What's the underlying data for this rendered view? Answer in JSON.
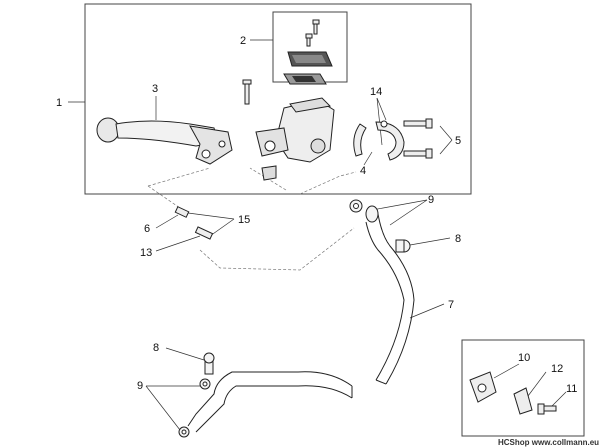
{
  "callouts": {
    "c1": "1",
    "c2": "2",
    "c3": "3",
    "c4": "4",
    "c5": "5",
    "c6": "6",
    "c7": "7",
    "c8a": "8",
    "c8b": "8",
    "c9a": "9",
    "c9b": "9",
    "c10": "10",
    "c11": "11",
    "c12": "12",
    "c13": "13",
    "c14": "14",
    "c15": "15"
  },
  "footer": {
    "text": "HCShop www.collmann.eu"
  }
}
